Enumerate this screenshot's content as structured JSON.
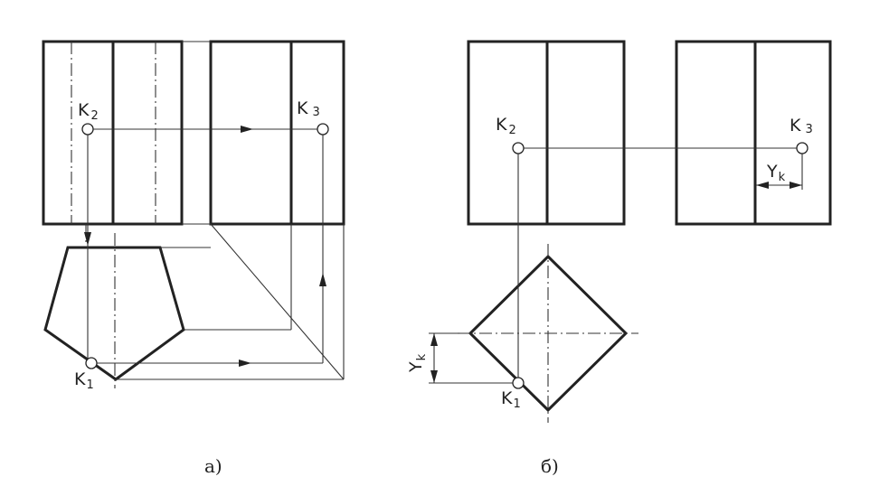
{
  "figure_a": {
    "caption": "а)",
    "point_front": {
      "letter": "K",
      "index": "2"
    },
    "point_side": {
      "letter": "K",
      "index": "3"
    },
    "point_top": {
      "letter": "K",
      "index": "1"
    }
  },
  "figure_b": {
    "caption": "б)",
    "point_front": {
      "letter": "K",
      "index": "2"
    },
    "point_side": {
      "letter": "K",
      "index": "3"
    },
    "point_top": {
      "letter": "K",
      "index": "1"
    },
    "dimension_side": {
      "letter": "Y",
      "index": "k"
    },
    "dimension_top": {
      "letter": "Y",
      "index": "k"
    }
  }
}
